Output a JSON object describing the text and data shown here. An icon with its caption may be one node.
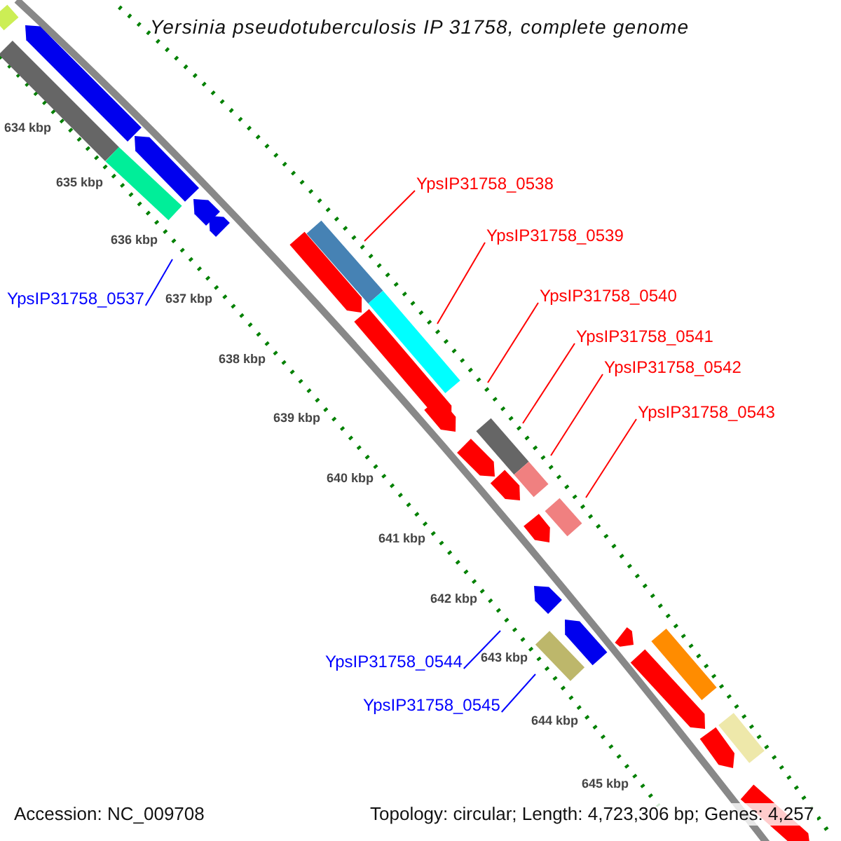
{
  "diagram": {
    "title": "Yersinia pseudotuberculosis IP 31758, complete genome",
    "nodes": [
      {
        "text": [
          "YpsIP31758_0537"
        ]
      },
      {
        "text": [
          "YpsIP31758_0538"
        ]
      },
      {
        "text": [
          "YpsIP31758_0539"
        ]
      },
      {
        "text": [
          "YpsIP31758_0540"
        ]
      },
      {
        "text": [
          "YpsIP31758_0541"
        ]
      },
      {
        "text": [
          "YpsIP31758_0542"
        ]
      },
      {
        "text": [
          "YpsIP31758_0543"
        ]
      },
      {
        "text": [
          "YpsIP31758_0544"
        ]
      },
      {
        "text": [
          "YpsIP31758_0545"
        ]
      }
    ],
    "edges": [
      {
        "from": 0,
        "to": null,
        "arrow": "none",
        "color": "#0000ff"
      },
      {
        "from": 1,
        "to": null,
        "arrow": "none"
      },
      {
        "from": 2,
        "to": null,
        "arrow": "none"
      },
      {
        "from": 3,
        "to": null,
        "arrow": "none"
      },
      {
        "from": 4,
        "to": null,
        "arrow": "none"
      },
      {
        "from": 5,
        "to": null,
        "arrow": "none"
      },
      {
        "from": 6,
        "to": null,
        "arrow": "none"
      },
      {
        "from": 7,
        "to": null,
        "arrow": "none",
        "color": "#0000ff"
      },
      {
        "from": 8,
        "to": null,
        "arrow": "none",
        "color": "#0000ff"
      }
    ],
    "labels": [
      "634 kbp",
      "635 kbp",
      "636 kbp",
      "637 kbp",
      "638 kbp",
      "639 kbp",
      "640 kbp",
      "641 kbp",
      "642 kbp",
      "643 kbp",
      "644 kbp",
      "645 kbp",
      "Accession: NC_009708",
      "Topology: circular; Length: 4,723,306 bp; Genes: 4,257"
    ]
  }
}
